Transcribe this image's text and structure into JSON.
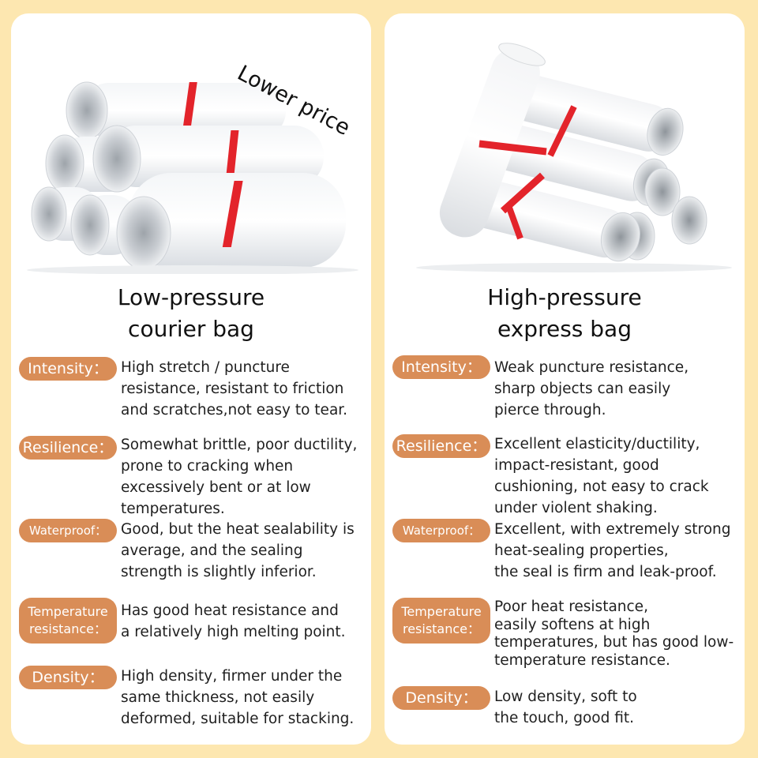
{
  "colors": {
    "background": "#fde7b0",
    "panel": "#ffffff",
    "badge": "#d98d57",
    "band": "#e3242b"
  },
  "left": {
    "tag": "Lower price",
    "title_line1": "Low-pressure",
    "title_line2": "courier bag",
    "rows": [
      {
        "label": "Intensity：",
        "text": "High stretch / puncture\nresistance, resistant to friction\nand scratches,not easy to tear."
      },
      {
        "label": "Resilience：",
        "text": "Somewhat brittle, poor ductility,\nprone to cracking when\nexcessively bent or at low\ntemperatures."
      },
      {
        "label": "Waterproof：",
        "text": "Good, but the heat sealability is\naverage, and the sealing\nstrength is slightly inferior."
      },
      {
        "label_line1": "Temperature",
        "label_line2": "resistance：",
        "text": "Has good heat resistance and\na relatively high melting point."
      },
      {
        "label": "Density：",
        "text": "High density, firmer under the\nsame thickness, not easily\ndeformed, suitable for stacking."
      }
    ]
  },
  "right": {
    "title_line1": "High-pressure",
    "title_line2": "express bag",
    "rows": [
      {
        "label": "Intensity：",
        "text": "Weak puncture resistance,\nsharp objects can easily\npierce through."
      },
      {
        "label": "Resilience：",
        "text": "Excellent elasticity/ductility,\nimpact-resistant, good\ncushioning, not easy to crack\nunder violent shaking."
      },
      {
        "label": "Waterproof：",
        "text": "Excellent, with extremely strong\n heat-sealing properties,\nthe seal is firm and leak-proof."
      },
      {
        "label_line1": "Temperature",
        "label_line2": "resistance：",
        "text": "Poor heat resistance,\neasily softens at high\ntemperatures, but has good low-\ntemperature resistance."
      },
      {
        "label": "Density：",
        "text": "Low density, soft to\nthe touch, good fit."
      }
    ]
  }
}
